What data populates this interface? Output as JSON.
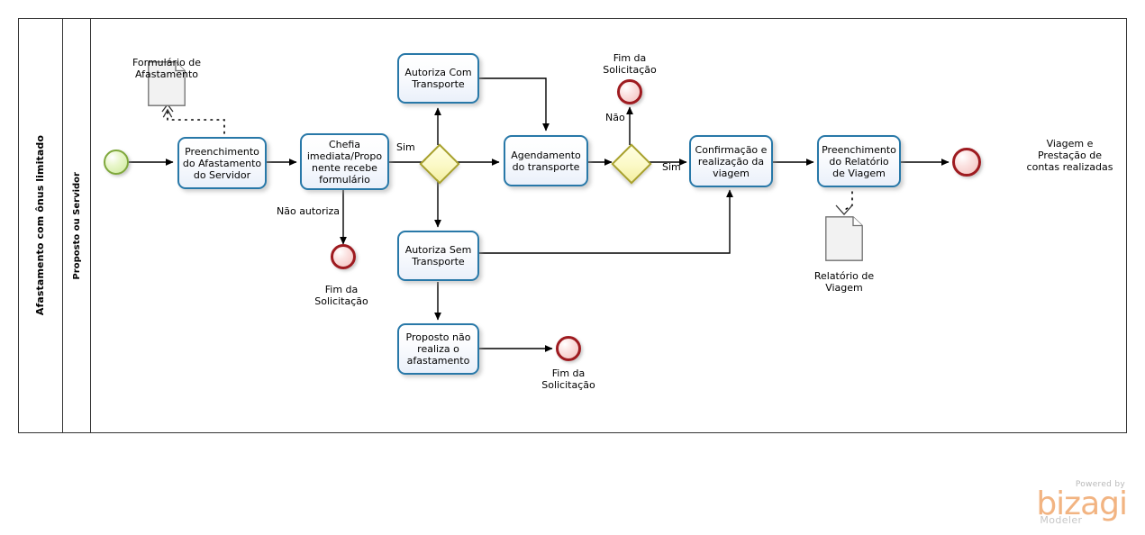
{
  "diagram": {
    "type": "bpmn-process",
    "pool_label": "Afastamento com ônus limitado",
    "lane_label": "Proposto ou Servidor",
    "tasks": [
      {
        "id": "t1",
        "label": "Preenchimento do Afastamento do Servidor"
      },
      {
        "id": "t2",
        "label": "Chefia imediata/Propo nente recebe formulário"
      },
      {
        "id": "t3",
        "label": "Autoriza Com Transporte"
      },
      {
        "id": "t4",
        "label": "Agendamento do transporte"
      },
      {
        "id": "t5",
        "label": "Autoriza Sem Transporte"
      },
      {
        "id": "t6",
        "label": "Proposto não realiza o afastamento"
      },
      {
        "id": "t7",
        "label": "Confirmação e realização da viagem"
      },
      {
        "id": "t8",
        "label": "Preenchimento do Relatório de Viagem"
      }
    ],
    "events": [
      {
        "id": "e-start",
        "kind": "start",
        "label": ""
      },
      {
        "id": "e-end-nao-autoriza",
        "kind": "end",
        "label": "Fim da\nSolicitação"
      },
      {
        "id": "e-end-gw2-nao",
        "kind": "end",
        "label": "Fim da\nSolicitação"
      },
      {
        "id": "e-end-proposto",
        "kind": "end",
        "label": "Fim da\nSolicitação"
      },
      {
        "id": "e-end-final",
        "kind": "end",
        "label": "Viagem e\nPrestação de\ncontas realizadas"
      }
    ],
    "gateways": [
      {
        "id": "g1",
        "kind": "exclusive"
      },
      {
        "id": "g2",
        "kind": "exclusive"
      }
    ],
    "data_objects": [
      {
        "id": "d1",
        "label": "Formulário de\nAfastamento"
      },
      {
        "id": "d2",
        "label": "Relatório de\nViagem"
      }
    ],
    "flow_labels": [
      {
        "id": "f-sim-1",
        "label": "Sim"
      },
      {
        "id": "f-nao-autoriza",
        "label": "Não autoriza"
      },
      {
        "id": "f-nao-2",
        "label": "Não"
      },
      {
        "id": "f-sim-2",
        "label": "Sim"
      }
    ],
    "colors": {
      "task_border": "#2878a8",
      "start_event": "#7fa83c",
      "end_event": "#9e1b20",
      "gateway": "#a8a12c",
      "pool_border": "#333333",
      "brand": "#f2b482"
    }
  },
  "brand": {
    "powered_by": "Powered by",
    "name": "bizagi",
    "product": "Modeler"
  }
}
